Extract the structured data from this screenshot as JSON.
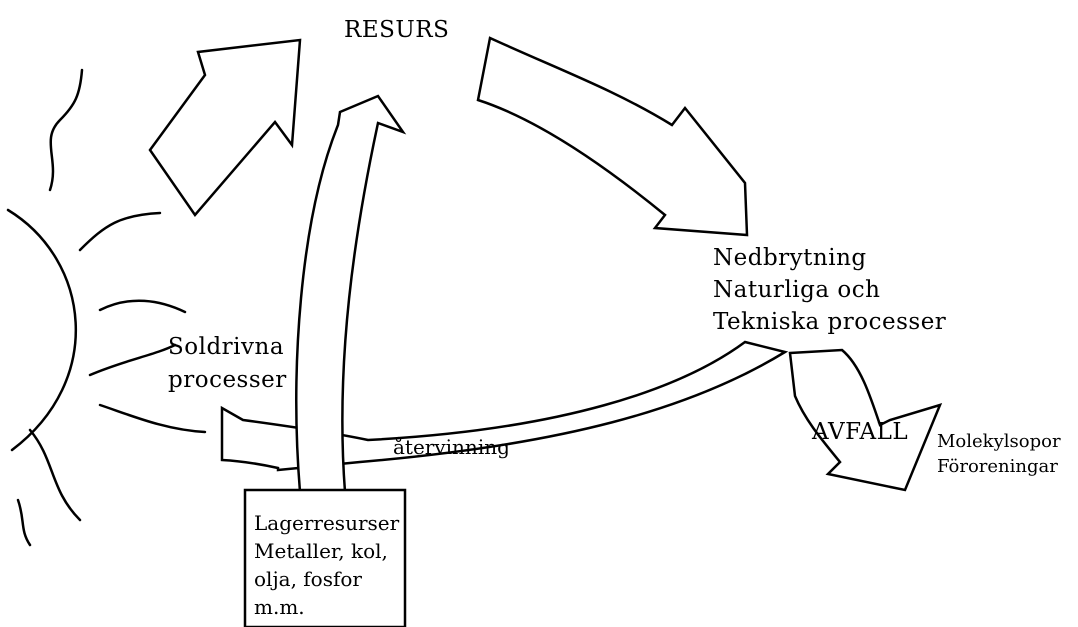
{
  "labels": {
    "resurs": "RESURS",
    "nedbrytning_1": "Nedbrytning",
    "nedbrytning_2": "Naturliga och",
    "nedbrytning_3": "Tekniska processer",
    "soldrivna_1": "Soldrivna",
    "soldrivna_2": "processer",
    "atervinning": "återvinning",
    "avfall": "AVFALL",
    "molekyl_1": "Molekylsopor",
    "molekyl_2": "Föroreningar",
    "lager_1": "Lagerresurser",
    "lager_2": "Metaller, kol,",
    "lager_3": "olja, fosfor",
    "lager_4": "m.m."
  }
}
